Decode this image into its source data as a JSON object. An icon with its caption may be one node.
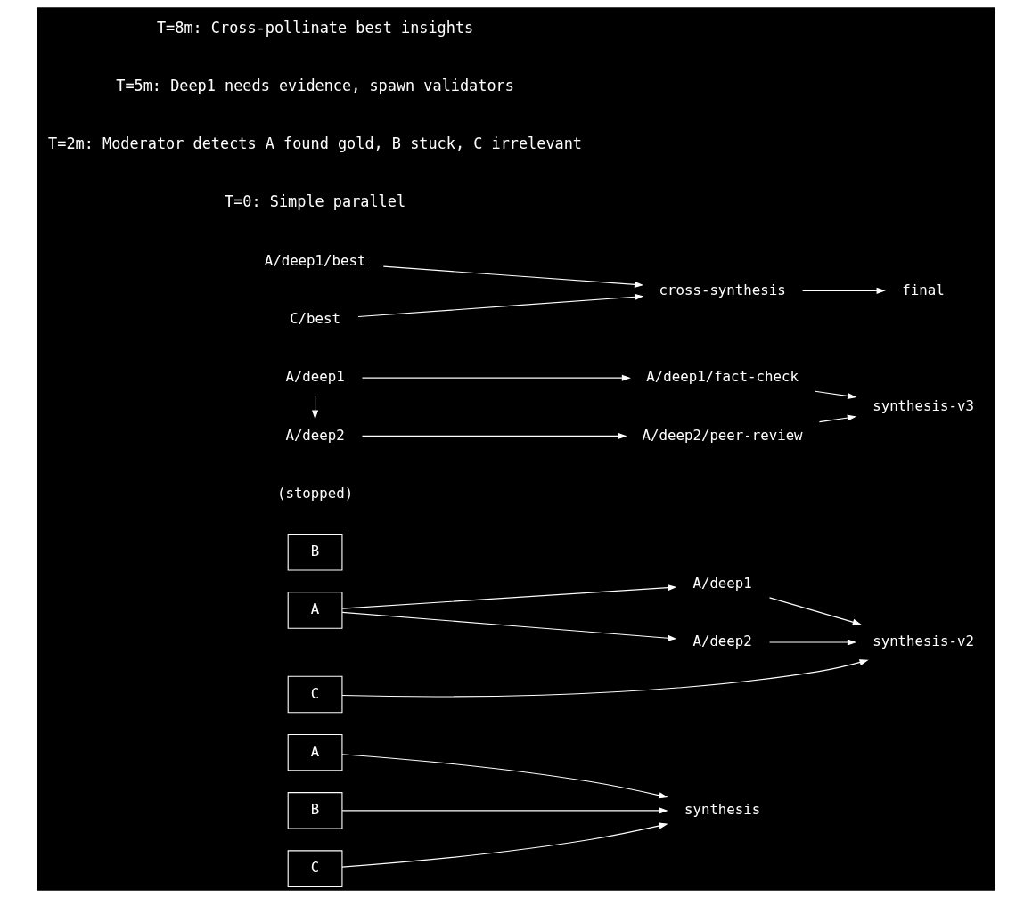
{
  "diagram": {
    "nodes": [
      {
        "text": [
          "A"
        ]
      },
      {
        "text": [
          "B"
        ]
      },
      {
        "text": [
          "C"
        ]
      },
      {
        "text": [
          "synthesis"
        ]
      },
      {
        "text": [
          "A"
        ]
      },
      {
        "text": [
          "A/deep1"
        ]
      },
      {
        "text": [
          "A/deep2"
        ]
      },
      {
        "text": [
          "synthesis-v2"
        ]
      },
      {
        "text": [
          "B"
        ],
        "beside": [
          "(stopped)"
        ]
      },
      {
        "text": [
          "C"
        ]
      },
      {
        "text": [
          "A/deep1"
        ]
      },
      {
        "text": [
          "A/deep1/fact-check"
        ]
      },
      {
        "text": [
          "A/deep2"
        ]
      },
      {
        "text": [
          "A/deep2/peer-review"
        ]
      },
      {
        "text": [
          "synthesis-v3"
        ]
      },
      {
        "text": [
          "A/deep1/best"
        ]
      },
      {
        "text": [
          "C/best"
        ]
      },
      {
        "text": [
          "cross-synthesis"
        ]
      },
      {
        "text": [
          "final"
        ]
      }
    ],
    "edges": [
      {
        "from": 0,
        "to": 3,
        "arrow": "to"
      },
      {
        "from": 1,
        "to": 3,
        "arrow": "to"
      },
      {
        "from": 2,
        "to": 3,
        "arrow": "to"
      },
      {
        "from": 4,
        "to": 5,
        "arrow": "to"
      },
      {
        "from": 4,
        "to": 6,
        "arrow": "to"
      },
      {
        "from": 5,
        "to": 7,
        "arrow": "to"
      },
      {
        "from": 6,
        "to": 7,
        "arrow": "to"
      },
      {
        "from": 9,
        "to": 7,
        "arrow": "to"
      },
      {
        "from": 10,
        "to": 11,
        "arrow": "to"
      },
      {
        "from": 10,
        "to": 12,
        "arrow": "to"
      },
      {
        "from": 12,
        "to": 13,
        "arrow": "to"
      },
      {
        "from": 11,
        "to": 14,
        "arrow": "to"
      },
      {
        "from": 13,
        "to": 14,
        "arrow": "to"
      },
      {
        "from": 15,
        "to": 17,
        "arrow": "to"
      },
      {
        "from": 16,
        "to": 17,
        "arrow": "to"
      },
      {
        "from": 17,
        "to": 18,
        "arrow": "to"
      }
    ],
    "labels": [
      "T=0: Simple parallel",
      "T=2m: Moderator detects A found gold, B stuck, C irrelevant",
      "T=5m: Deep1 needs evidence, spawn validators",
      "T=8m: Cross-pollinate best insights"
    ]
  }
}
